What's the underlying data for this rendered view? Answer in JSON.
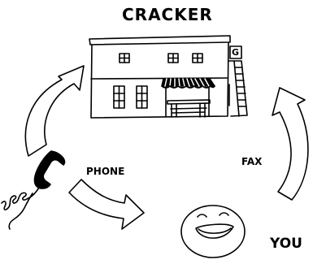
{
  "diagram": {
    "title": "CRACKER",
    "phone_label": "PHONE",
    "fax_label": "FAX",
    "you_label": "YOU",
    "building_sign": "G"
  }
}
